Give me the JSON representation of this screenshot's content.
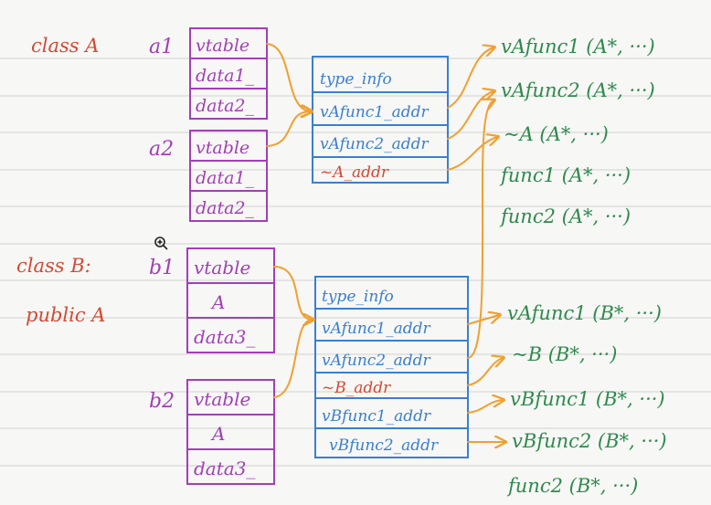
{
  "colors": {
    "red": "#d24a35",
    "purple": "#a13fb6",
    "blue": "#3a7fd0",
    "green": "#2e8a4e",
    "orange": "#f0a030",
    "rule": "#c9c9c9"
  },
  "labels": {
    "class_a": "class A",
    "class_b": "class B:",
    "public_a": "public A",
    "a1": "a1",
    "a2": "a2",
    "b1": "b1",
    "b2": "b2"
  },
  "objects": {
    "a1": [
      "vtable",
      "data1_",
      "data2_"
    ],
    "a2": [
      "vtable",
      "data1_",
      "data2_"
    ],
    "b1": [
      "vtable",
      "A",
      "data3_"
    ],
    "b2": [
      "vtable",
      "A",
      "data3_"
    ]
  },
  "vtable_a": [
    "type_info",
    "vAfunc1_addr",
    "vAfunc2_addr",
    "~A_addr"
  ],
  "vtable_b": [
    "type_info",
    "vAfunc1_addr",
    "vAfunc2_addr",
    "~B_addr",
    "vBfunc1_addr",
    "vBfunc2_addr"
  ],
  "functions_a": [
    "vAfunc1 (A*, ···)",
    "vAfunc2 (A*, ···)",
    "~A (A*, ···)",
    "func1 (A*, ···)",
    "func2 (A*, ···)"
  ],
  "functions_b": [
    "vAfunc1 (B*, ···)",
    "~B (B*, ···)",
    "vBfunc1 (B*, ···)",
    "vBfunc2 (B*, ···)",
    "func2 (B*, ···)"
  ]
}
